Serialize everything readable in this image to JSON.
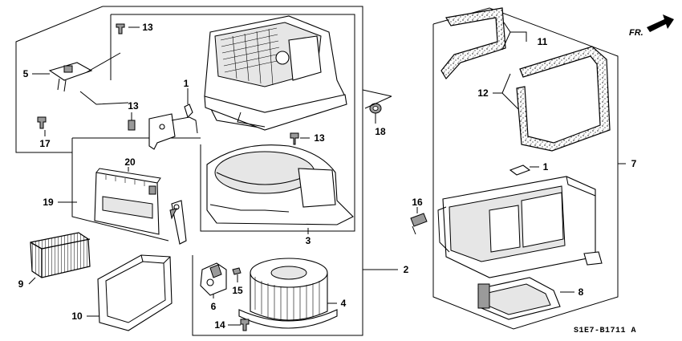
{
  "diagram_code": "S1E7-B1711 A",
  "direction_label": "FR.",
  "callouts": [
    {
      "id": "c1a",
      "text": "1"
    },
    {
      "id": "c1b",
      "text": "1"
    },
    {
      "id": "c2",
      "text": "2"
    },
    {
      "id": "c3",
      "text": "3"
    },
    {
      "id": "c4",
      "text": "4"
    },
    {
      "id": "c5",
      "text": "5"
    },
    {
      "id": "c6",
      "text": "6"
    },
    {
      "id": "c7",
      "text": "7"
    },
    {
      "id": "c8",
      "text": "8"
    },
    {
      "id": "c9",
      "text": "9"
    },
    {
      "id": "c10",
      "text": "10"
    },
    {
      "id": "c11",
      "text": "11"
    },
    {
      "id": "c12",
      "text": "12"
    },
    {
      "id": "c13a",
      "text": "13"
    },
    {
      "id": "c13b",
      "text": "13"
    },
    {
      "id": "c13c",
      "text": "13"
    },
    {
      "id": "c14",
      "text": "14"
    },
    {
      "id": "c15",
      "text": "15"
    },
    {
      "id": "c16",
      "text": "16"
    },
    {
      "id": "c17",
      "text": "17"
    },
    {
      "id": "c18",
      "text": "18"
    },
    {
      "id": "c19",
      "text": "19"
    },
    {
      "id": "c20",
      "text": "20"
    }
  ]
}
